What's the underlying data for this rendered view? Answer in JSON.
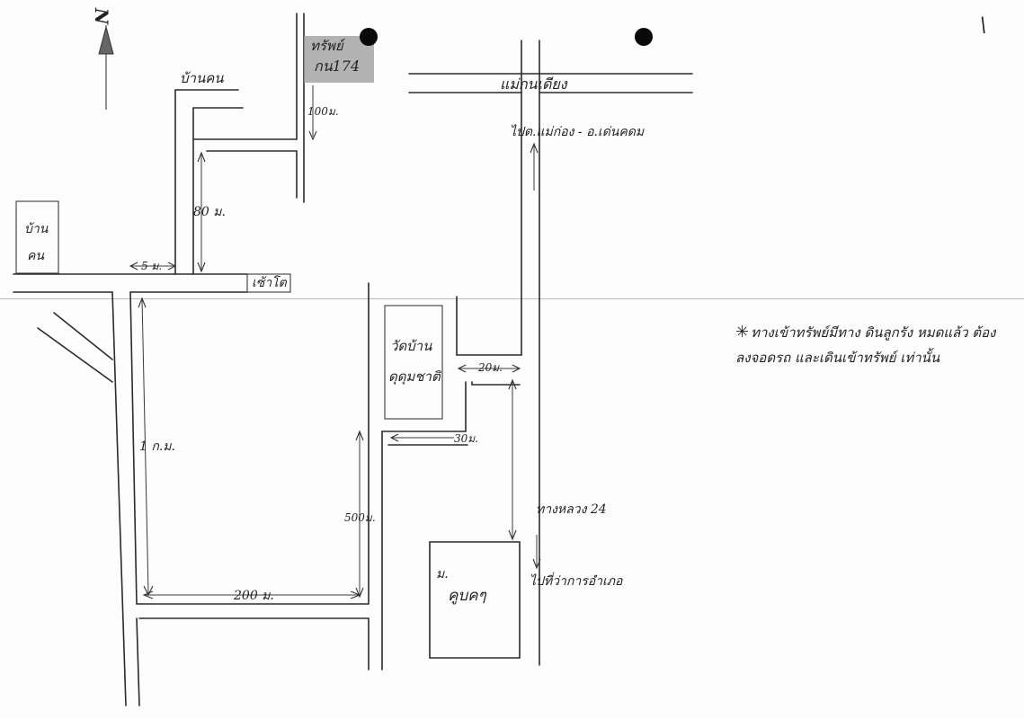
{
  "map": {
    "north_symbol": "N",
    "corner_mark": "\\",
    "labels": {
      "property": "ทรัพย์",
      "property_code": "กน174",
      "ban_khon_road": "บ้านคน",
      "ban_khon_box_1": "บ้าน",
      "ban_khon_box_2": "คน",
      "mae_kae_road": "แม่กนเดียง",
      "to_mae_kae": "ไปต.แม่ก่อง - อ.เด่นคดม",
      "seven_eleven": "เซ้าโต",
      "wat_1": "วัดบ้าน",
      "wat_2": "ดุดุมชาติ",
      "moo_1": "ม.",
      "moo_2": "คูบคๆ",
      "to_office": "ไปที่ว่าการอำเภอ",
      "alley_24": "ทางหลวง 24"
    },
    "distances": {
      "d_100m": "100ม.",
      "d_80m": "80 ม.",
      "d_5m": "5 ม.",
      "d_1km": "1 ก.ม.",
      "d_200m": "200 ม.",
      "d_500m": "500ม.",
      "d_20m": "20ม.",
      "d_30m": "30ม."
    },
    "note": "ทางเข้าทรัพย์มีทาง ดินลูกรัง หมดแล้ว ต้องลงจอดรถ และเดินเข้าทรัพย์ เท่านั้น"
  }
}
